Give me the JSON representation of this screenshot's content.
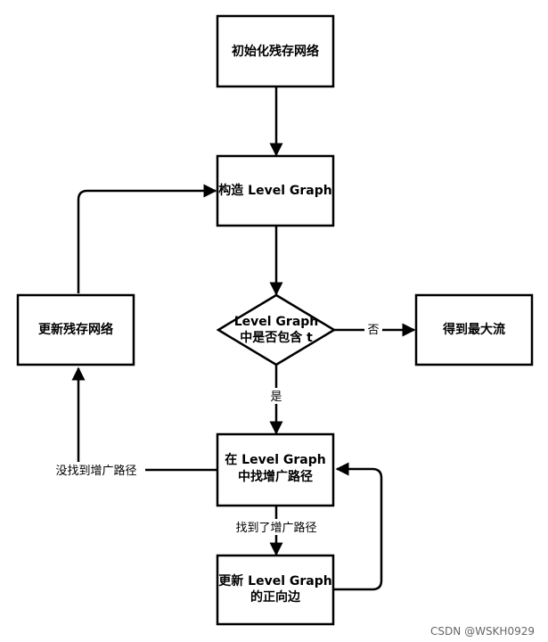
{
  "nodes": {
    "init": {
      "text": "初始化残存网络"
    },
    "build": {
      "text": "构造 Level Graph"
    },
    "check": {
      "line1": "Level Graph",
      "line2": "中是否包含 t"
    },
    "maxflow": {
      "text": "得到最大流"
    },
    "update_res": {
      "text": "更新残存网络"
    },
    "find": {
      "line1": "在 Level Graph",
      "line2": "中找增广路径"
    },
    "update_lg": {
      "line1": "更新 Level Graph",
      "line2": "的正向边"
    }
  },
  "edge_labels": {
    "no": "否",
    "yes": "是",
    "not_found": "没找到增广路径",
    "found": "找到了增广路径"
  },
  "watermark": "CSDN @WSKH0929"
}
